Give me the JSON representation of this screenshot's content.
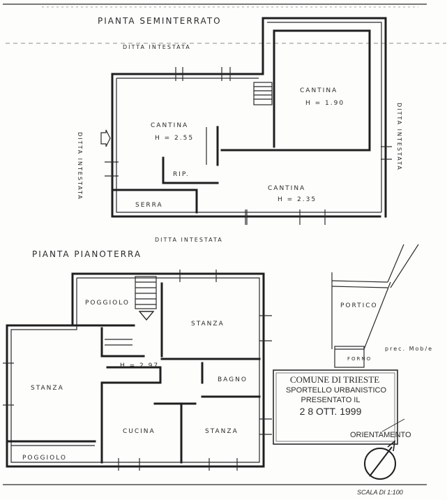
{
  "seminterrato": {
    "title": "PIANTA SEMINTERRATO",
    "ditta_top": "DITTA INTESTATA",
    "ditta_left": "DITTA INTESTATA",
    "ditta_right": "DITTA INTESTATA",
    "ditta_bottom": "DITTA INTESTATA",
    "cantina_1": "CANTINA",
    "h_1": "H = 1.90",
    "cantina_2": "CANTINA",
    "h_2": "H = 2.55",
    "rip": "RIP.",
    "cantina_3": "CANTINA",
    "h_3": "H = 2.35",
    "serra": "SERRA"
  },
  "pianoterra": {
    "title": "PIANTA PIANOTERRA",
    "poggiolo_top": "POGGIOLO",
    "stanza_1": "STANZA",
    "stanza_2": "STANZA",
    "h_main": "H = 2.97",
    "bagno": "BAGNO",
    "cucina": "CUCINA",
    "stanza_3": "STANZA",
    "poggiolo_bottom": "POGGIOLO",
    "portico": "PORTICO",
    "forno": "FORNO",
    "note": "prec. Mob/e"
  },
  "stamp": {
    "line1": "COMUNE DI TRIESTE",
    "line2": "SPORTELLO URBANISTICO",
    "line3": "PRESENTATO IL",
    "date": "2 8 OTT. 1999"
  },
  "orientamento": "ORIENTAMENTO",
  "scale": "SCALA DI 1:100"
}
